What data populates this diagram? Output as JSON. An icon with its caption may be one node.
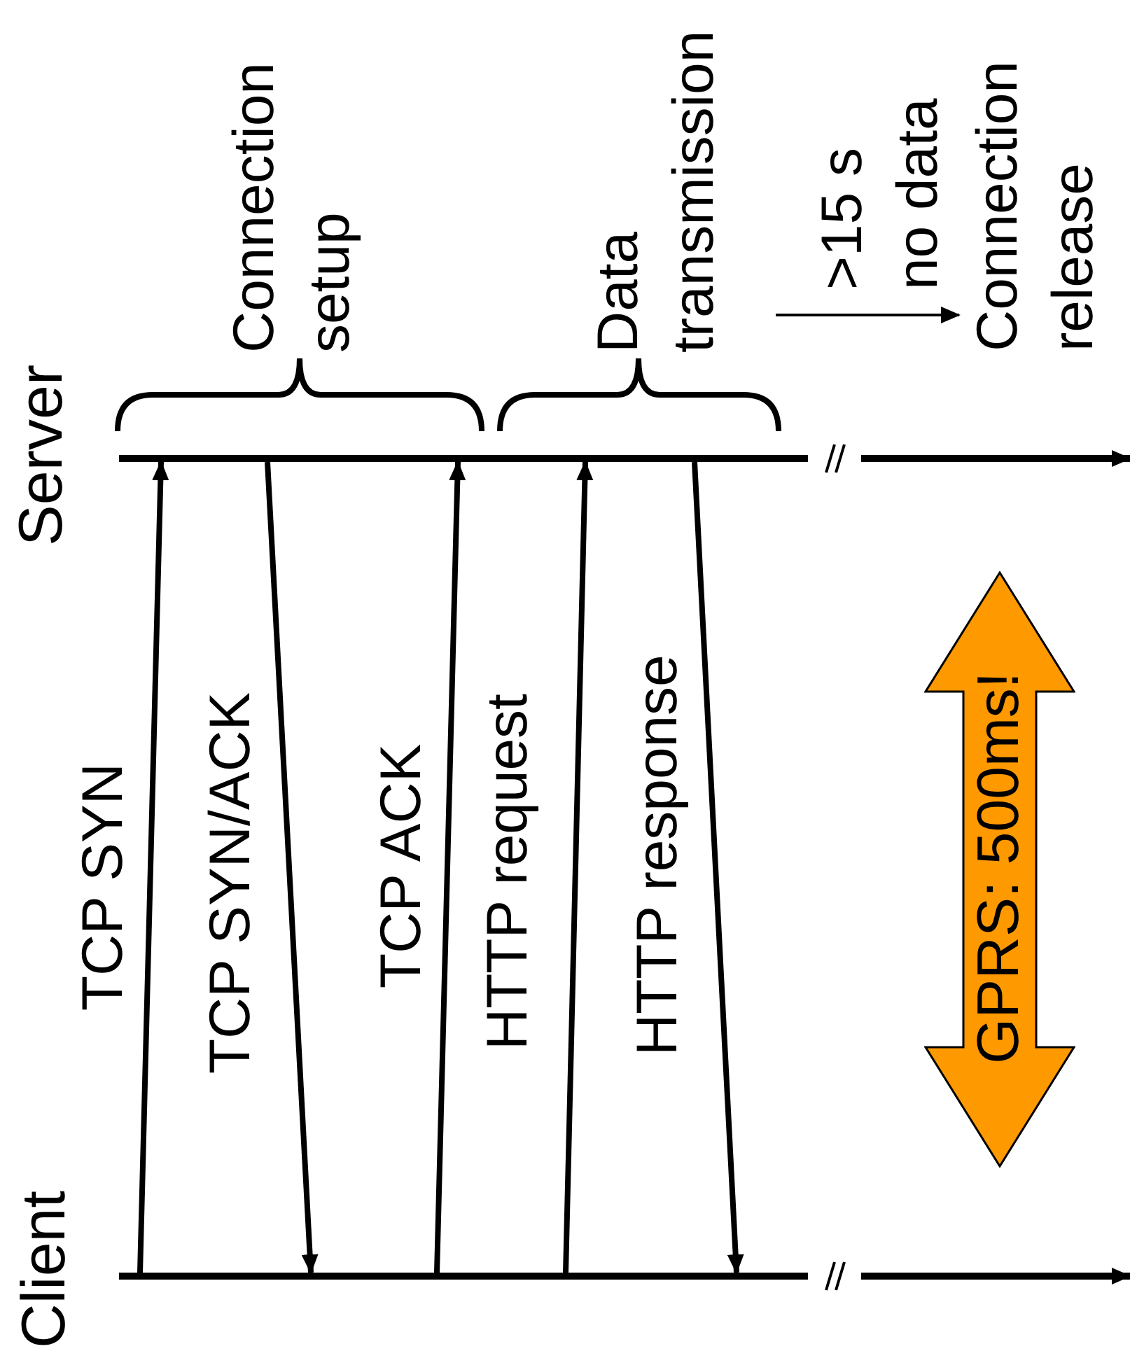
{
  "diagram": {
    "nodes": [
      {
        "text": [],
        "shape": "line",
        "beside": [
          "Server"
        ]
      },
      {
        "text": [],
        "shape": "line",
        "beside": [
          "Client"
        ]
      },
      {
        "text": [
          "Connection release"
        ]
      },
      {
        "text": [
          "GPRS: 500ms!"
        ]
      }
    ],
    "edges": [
      {
        "from": 1,
        "to": 0,
        "arrow": "to",
        "label": "TCP SYN"
      },
      {
        "from": 0,
        "to": 1,
        "arrow": "to",
        "label": "TCP SYN/ACK"
      },
      {
        "from": 1,
        "to": 0,
        "arrow": "to",
        "label": "TCP ACK"
      },
      {
        "from": 1,
        "to": 0,
        "arrow": "to",
        "label": "HTTP request"
      },
      {
        "from": 0,
        "to": 1,
        "arrow": "to",
        "label": "HTTP response"
      },
      {
        "from": null,
        "to": 2,
        "arrow": "to",
        "label": ">15 s no data"
      }
    ],
    "labels": [
      "Connection setup",
      "Data transmission"
    ]
  }
}
